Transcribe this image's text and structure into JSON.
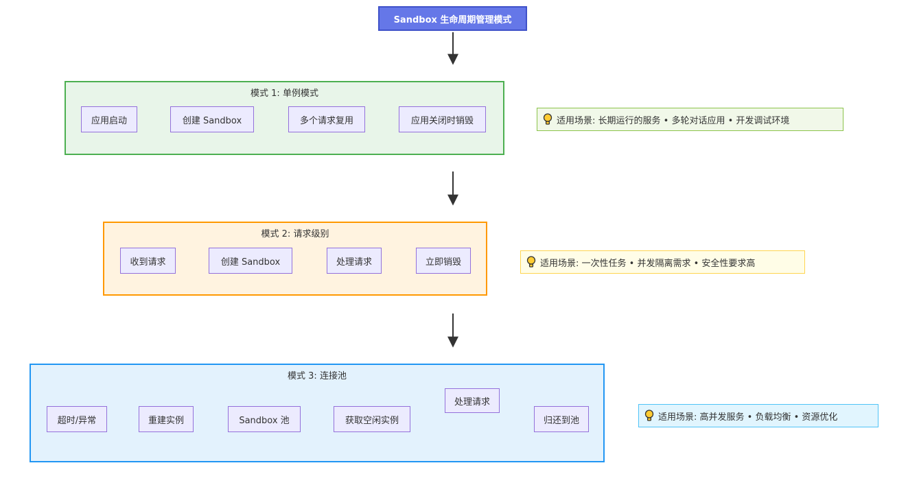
{
  "title": "Sandbox 生命周期管理模式",
  "mode1": {
    "title": "模式 1: 单例模式",
    "steps": [
      "应用启动",
      "创建 Sandbox",
      "多个请求复用",
      "应用关闭时销毁"
    ],
    "note": "适用场景: 长期运行的服务 • 多轮对话应用 • 开发调试环境"
  },
  "mode2": {
    "title": "模式 2: 请求级别",
    "steps": [
      "收到请求",
      "创建 Sandbox",
      "处理请求",
      "立即销毁"
    ],
    "note": "适用场景: 一次性任务 • 并发隔离需求 • 安全性要求高"
  },
  "mode3": {
    "title": "模式 3: 连接池",
    "steps": [
      "超时/异常",
      "重建实例",
      "Sandbox 池",
      "获取空闲实例",
      "处理请求",
      "归还到池"
    ],
    "note": "适用场景: 高并发服务 • 负载均衡 • 资源优化"
  },
  "colors": {
    "title_fill": "#6577e8",
    "mode1_fill": "#e8f5e9",
    "mode1_border": "#4caf50",
    "mode2_fill": "#fff3e0",
    "mode2_border": "#ff9800",
    "mode3_fill": "#e3f2fd",
    "mode3_border": "#2196f3",
    "node_fill": "#ecebfe",
    "node_border": "#9370db",
    "note_icon": "#ffcc33"
  },
  "icons": {
    "note": "lightbulb-icon"
  }
}
